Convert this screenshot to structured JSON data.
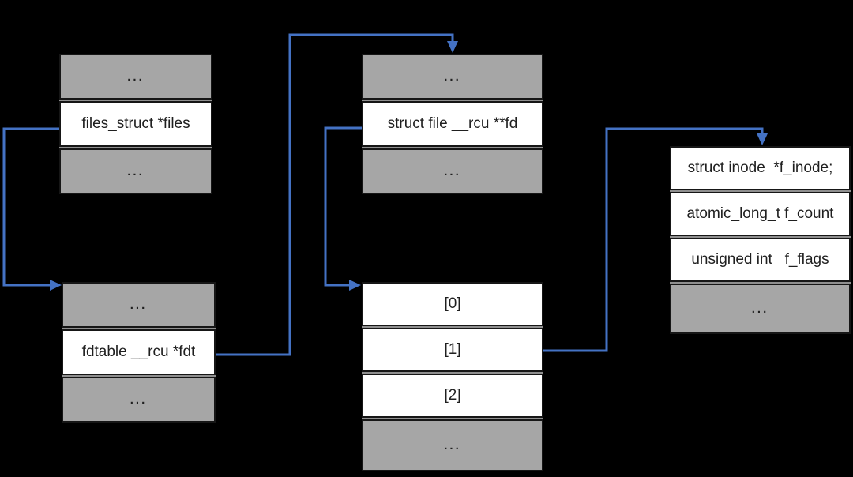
{
  "colors": {
    "background": "#000000",
    "cell_gray": "#a6a6a6",
    "cell_white": "#ffffff",
    "cell_border": "#161616",
    "arrow_blue": "#4472c4",
    "text": "#1f1f1f"
  },
  "boxes": {
    "task_struct": {
      "rows": [
        "...",
        "files_struct *files",
        "..."
      ]
    },
    "files_struct": {
      "rows": [
        "...",
        "fdtable __rcu *fdt",
        "..."
      ]
    },
    "fdtable": {
      "rows": [
        "...",
        "struct file __rcu **fd",
        "..."
      ]
    },
    "fd_array": {
      "rows": [
        "[0]",
        "[1]",
        "[2]",
        "..."
      ]
    },
    "file_struct": {
      "rows": [
        "struct inode  *f_inode;",
        "atomic_long_t f_count",
        "unsigned int   f_flags",
        "..."
      ]
    }
  },
  "connections": [
    {
      "from": "files_struct *files",
      "to": "files_struct box"
    },
    {
      "from": "fdtable __rcu *fdt",
      "to": "fdtable box"
    },
    {
      "from": "struct file __rcu **fd",
      "to": "fd array box"
    },
    {
      "from": "[1]",
      "to": "struct file box"
    }
  ]
}
